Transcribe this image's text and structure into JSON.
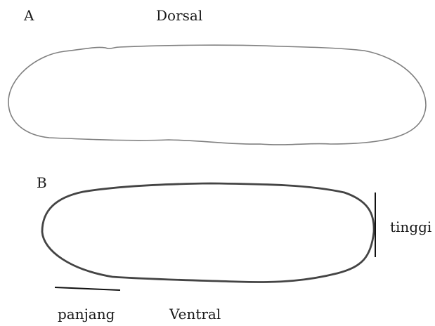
{
  "figure": {
    "panels": [
      {
        "letter": "A",
        "view": "Dorsal"
      },
      {
        "letter": "B",
        "view": "Ventral"
      }
    ],
    "scale_labels": {
      "height": "tinggi",
      "length": "panjang"
    },
    "colors": {
      "outline_a": "#808080",
      "outline_b": "#444444",
      "scale_bar": "#111111",
      "text": "#1a1a1a"
    }
  }
}
